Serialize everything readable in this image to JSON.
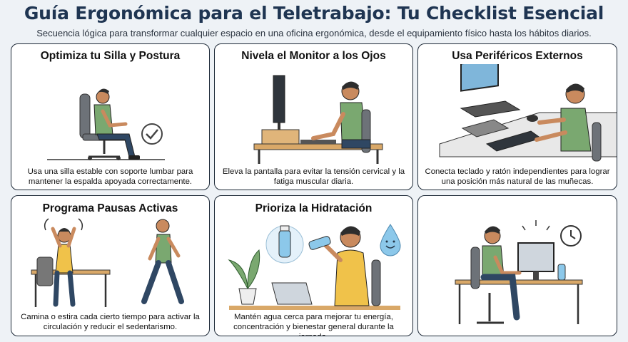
{
  "header": {
    "title": "Guía Ergonómica para el Teletrabajo: Tu Checklist Esencial",
    "subtitle": "Secuencia lógica para transformar cualquier espacio en una oficina ergonómica, desde el equipamiento físico hasta los hábitos diarios."
  },
  "cards": [
    {
      "title": "Optimiza tu Silla y Postura",
      "text": "Usa una silla estable con soporte lumbar para mantener la espalda apoyada correctamente.",
      "icon": "chair-posture-icon"
    },
    {
      "title": "Nivela el Monitor a los Ojos",
      "text": "Eleva la pantalla para evitar la tensión cervical y la fatiga muscular diaria.",
      "icon": "monitor-level-icon"
    },
    {
      "title": "Usa Periféricos Externos",
      "text": "Conecta teclado y ratón independientes para lograr una posición más natural de las muñecas.",
      "icon": "peripherals-icon"
    },
    {
      "title": "Programa Pausas Activas",
      "text": "Camina o estira cada cierto tiempo para activar la circulación y reducir el sedentarismo.",
      "icon": "active-breaks-icon"
    },
    {
      "title": "Prioriza la Hidratación",
      "text": "Mantén agua cerca para mejorar tu energía, concentración y bienestar general durante la jornada.",
      "icon": "hydration-icon"
    },
    {
      "title": "",
      "text": "",
      "icon": "workstation-clock-icon"
    }
  ],
  "colors": {
    "title": "#1f3552",
    "border": "#1e2a38",
    "shirt_green": "#7aa870",
    "shirt_yellow": "#f0c24a",
    "skin": "#c98a5e",
    "water": "#8cc8ea",
    "desk": "#d9a868"
  }
}
